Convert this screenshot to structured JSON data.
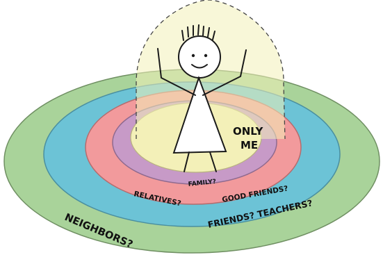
{
  "rings": [
    {
      "key": "neighbors",
      "label": "NEIGHBORS?",
      "color": "#a9d39a"
    },
    {
      "key": "friends_teachers",
      "label": "FRIENDS? TEACHERS?",
      "color": "#6cc3d6"
    },
    {
      "key": "relatives",
      "label": "RELATIVES?",
      "color": "#f29a9c"
    },
    {
      "key": "good_friends",
      "label": "GOOD FRIENDS?",
      "color": "#f29a9c"
    },
    {
      "key": "family",
      "label": "FAMILY?",
      "color": "#c79ac7"
    },
    {
      "key": "only_me",
      "label": "ONLY ME",
      "color": "#f3f0b8"
    }
  ],
  "labels": {
    "neighbors": "NEIGHBORS?",
    "friends_teachers": "FRIENDS? TEACHERS?",
    "relatives": "RELATIVES?",
    "good_friends": "GOOD FRIENDS?",
    "family": "FAMILY?",
    "only": "ONLY",
    "me": "ME"
  },
  "figure": {
    "icon": "stick-figure-icon",
    "bubble": "personal-space-bubble"
  }
}
